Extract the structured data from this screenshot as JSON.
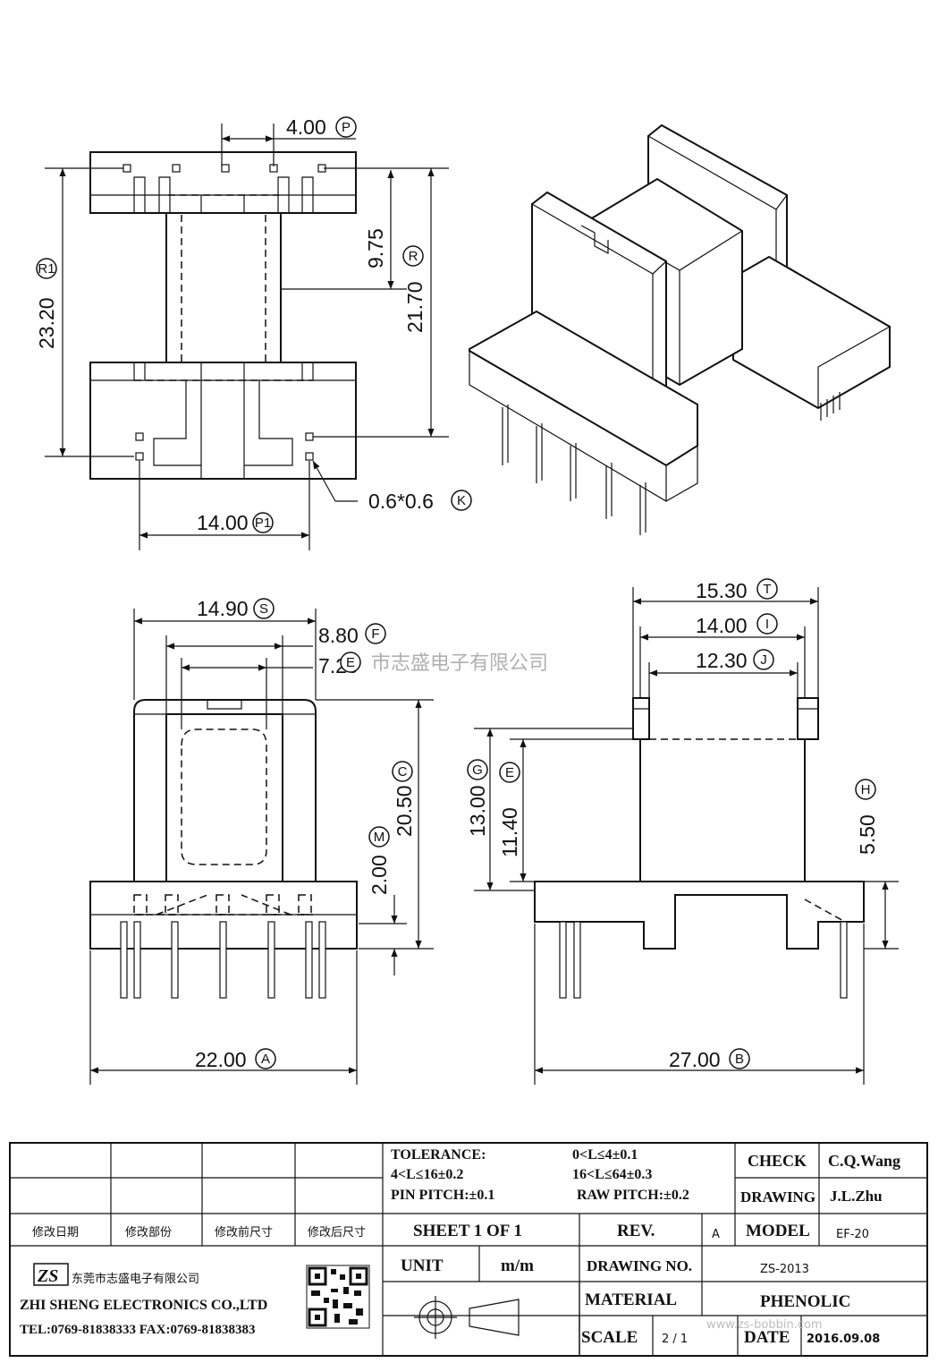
{
  "dimensions": {
    "top_view": {
      "pin_pitch": {
        "value": "4.00",
        "ref": "P"
      },
      "overall_height": {
        "value": "23.20",
        "ref": "R1"
      },
      "winding_height": {
        "value": "9.75"
      },
      "inner_height": {
        "value": "21.70",
        "ref": "R"
      },
      "pin_row_pitch": {
        "value": "14.00",
        "ref": "P1"
      },
      "pin_section": {
        "value": "0.6*0.6",
        "ref": "K"
      }
    },
    "front_view": {
      "flange_width": {
        "value": "14.90",
        "ref": "S"
      },
      "window_outer": {
        "value": "8.80",
        "ref": "F"
      },
      "window_inner": {
        "value": "7.20",
        "ref": "E"
      },
      "flange_height": {
        "value": "20.50",
        "ref": "C"
      },
      "standoff": {
        "value": "2.00",
        "ref": "M"
      },
      "base_width": {
        "value": "22.00",
        "ref": "A"
      }
    },
    "side_view": {
      "outer_length": {
        "value": "15.30",
        "ref": "T"
      },
      "mid_length": {
        "value": "14.00",
        "ref": "I"
      },
      "inner_length": {
        "value": "12.30",
        "ref": "J"
      },
      "total_height": {
        "value": "13.00",
        "ref": "G"
      },
      "winding_height": {
        "value": "11.40",
        "ref": "E"
      },
      "base_height": {
        "value": "5.50",
        "ref": "H"
      },
      "base_length": {
        "value": "27.00",
        "ref": "B"
      }
    }
  },
  "watermark": {
    "center": "市志盛电子有限公司",
    "corner": "www.zs-bobbin.com"
  },
  "title_block": {
    "tolerance_label": "TOLERANCE:",
    "tol_1": "0<L≤4±0.1",
    "tol_2": "4<L≤16±0.2",
    "tol_3": "16<L≤64±0.3",
    "pin_pitch": "PIN PITCH:±0.1",
    "raw_pitch": "RAW PITCH:±0.2",
    "check_label": "CHECK",
    "check_value": "C.Q.Wang",
    "drawing_label": "DRAWING",
    "drawing_value": "J.L.Zhu",
    "rev_headers": [
      "修改日期",
      "修改部份",
      "修改前尺寸",
      "修改后尺寸"
    ],
    "sheet": "SHEET  1  OF  1",
    "rev_label": "REV.",
    "rev_value": "A",
    "model_label": "MODEL",
    "model_value": "EF-20",
    "unit_label": "UNIT",
    "unit_value": "m/m",
    "drawing_no_label": "DRAWING  NO.",
    "drawing_no_value": "ZS-2013",
    "material_label": "MATERIAL",
    "material_value": "PHENOLIC",
    "scale_label": "SCALE",
    "scale_value": "2  /  1",
    "date_label": "DATE",
    "date_value": "2016.09.08",
    "company_cn": "东莞市志盛电子有限公司",
    "company_en": "ZHI SHENG  ELECTRONICS CO.,LTD",
    "contact": "TEL:0769-81838333 FAX:0769-81838383",
    "logo": "ZS"
  }
}
